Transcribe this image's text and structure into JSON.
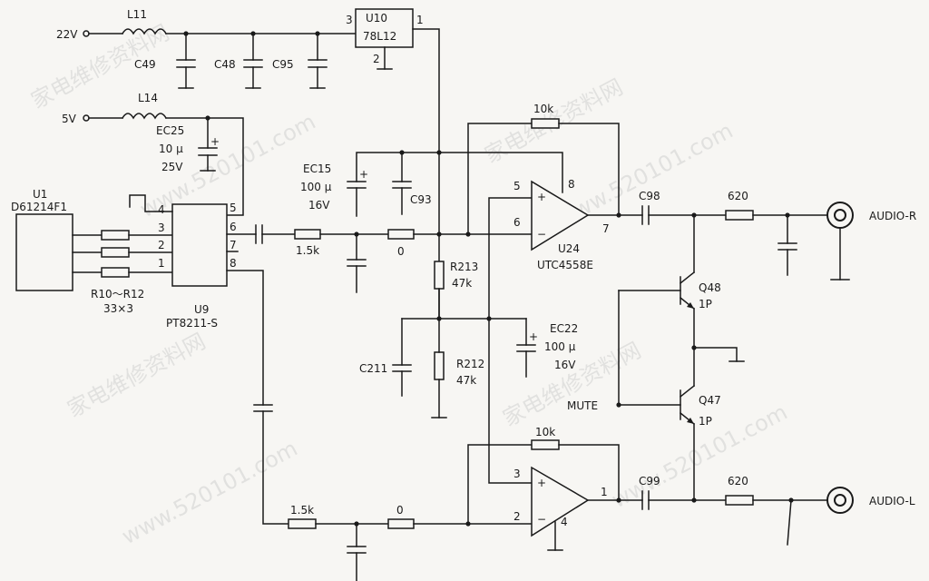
{
  "power": {
    "v22": "22V",
    "v5": "5V"
  },
  "inductors": {
    "l11": "L11",
    "l14": "L14"
  },
  "regulator": {
    "ref": "U10",
    "part": "78L12",
    "pin_in": "3",
    "pin_out": "1",
    "pin_gnd": "2"
  },
  "caps": {
    "c49": "C49",
    "c48": "C48",
    "c95": "C95",
    "c93": "C93",
    "c211": "C211",
    "c98": "C98",
    "c99": "C99",
    "ec25": {
      "ref": "EC25",
      "value": "10 µ",
      "voltage": "25V"
    },
    "ec15": {
      "ref": "EC15",
      "value": "100 µ",
      "voltage": "16V"
    },
    "ec22": {
      "ref": "EC22",
      "value": "100 µ",
      "voltage": "16V"
    },
    "plus": "+"
  },
  "u1": {
    "ref": "U1",
    "part": "D61214F1"
  },
  "resistor_array": {
    "ref": "R10～R12",
    "value": "33×3"
  },
  "u9": {
    "ref": "U9",
    "part": "PT8211-S",
    "pins": [
      "4",
      "3",
      "2",
      "1",
      "5",
      "6",
      "7",
      "8"
    ]
  },
  "resistors": {
    "r_1k5_top": "1.5k",
    "r_0_top": "0",
    "r_10k_top": "10k",
    "r213": {
      "ref": "R213",
      "value": "47k"
    },
    "r212": {
      "ref": "R212",
      "value": "47k"
    },
    "r_10k_bot": "10k",
    "r_1k5_bot": "1.5k",
    "r_0_bot": "0",
    "r_620_top": "620",
    "r_620_bot": "620"
  },
  "opamp": {
    "ref": "U24",
    "part": "UTC4558E",
    "top_pins": {
      "plus": "5",
      "minus": "6",
      "out": "7",
      "vcc": "8"
    },
    "bot_pins": {
      "plus": "3",
      "minus": "2",
      "out": "1",
      "gnd": "4"
    },
    "plus_sign": "+",
    "minus_sign": "−"
  },
  "transistors": {
    "q48": {
      "ref": "Q48",
      "type": "1P"
    },
    "q47": {
      "ref": "Q47",
      "type": "1P"
    }
  },
  "mute": "MUTE",
  "outputs": {
    "right": "AUDIO-R",
    "left": "AUDIO-L"
  },
  "watermark": {
    "cn": "家电维修资料网",
    "url": "www.520101.com"
  }
}
